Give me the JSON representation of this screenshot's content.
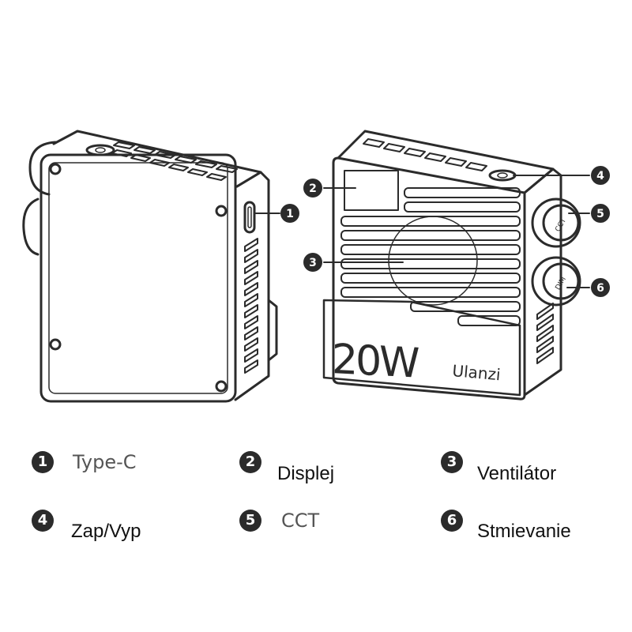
{
  "product": {
    "wattage_label": "20W",
    "brand_label": "Ulanzi",
    "cct_knob_label": "CCT",
    "dim_knob_label": "DIM"
  },
  "callouts": [
    "1",
    "2",
    "3",
    "4",
    "5",
    "6"
  ],
  "legend": [
    {
      "number": "1",
      "label": "Type-C"
    },
    {
      "number": "2",
      "label": "Displej"
    },
    {
      "number": "3",
      "label": "Ventilátor"
    },
    {
      "number": "4",
      "label": "Zap/Vyp"
    },
    {
      "number": "5",
      "label": "CCT"
    },
    {
      "number": "6",
      "label": "Stmievanie"
    }
  ],
  "colors": {
    "line": "#2b2b2b",
    "badge": "#2b2b2b",
    "background": "#ffffff"
  }
}
